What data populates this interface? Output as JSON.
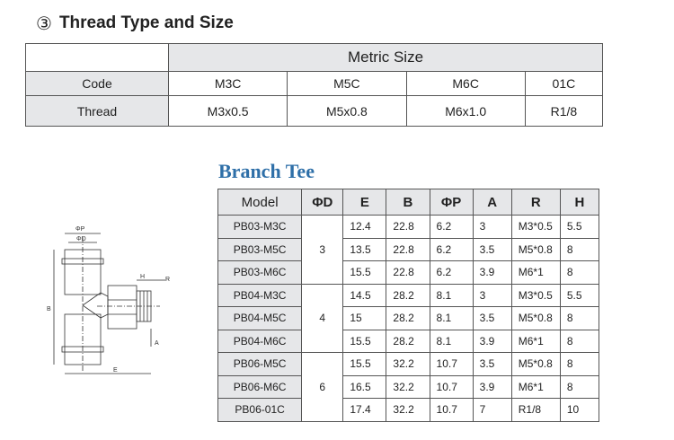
{
  "section": {
    "number": "③",
    "title": "Thread Type and Size"
  },
  "thread_table": {
    "header": "Metric Size",
    "code_label": "Code",
    "thread_label": "Thread",
    "codes": [
      "M3C",
      "M5C",
      "M6C",
      "01C"
    ],
    "threads": [
      "M3x0.5",
      "M5x0.8",
      "M6x1.0",
      "R1/8"
    ]
  },
  "branch": {
    "title": "Branch Tee",
    "columns": [
      "Model",
      "ΦD",
      "E",
      "B",
      "ΦP",
      "A",
      "R",
      "H"
    ],
    "groups": [
      {
        "d": "3",
        "rows": [
          [
            "PB03-M3C",
            "12.4",
            "22.8",
            "6.2",
            "3",
            "M3*0.5",
            "5.5"
          ],
          [
            "PB03-M5C",
            "13.5",
            "22.8",
            "6.2",
            "3.5",
            "M5*0.8",
            "8"
          ],
          [
            "PB03-M6C",
            "15.5",
            "22.8",
            "6.2",
            "3.9",
            "M6*1",
            "8"
          ]
        ]
      },
      {
        "d": "4",
        "rows": [
          [
            "PB04-M3C",
            "14.5",
            "28.2",
            "8.1",
            "3",
            "M3*0.5",
            "5.5"
          ],
          [
            "PB04-M5C",
            "15",
            "28.2",
            "8.1",
            "3.5",
            "M5*0.8",
            "8"
          ],
          [
            "PB04-M6C",
            "15.5",
            "28.2",
            "8.1",
            "3.9",
            "M6*1",
            "8"
          ]
        ]
      },
      {
        "d": "6",
        "rows": [
          [
            "PB06-M5C",
            "15.5",
            "32.2",
            "10.7",
            "3.5",
            "M5*0.8",
            "8"
          ],
          [
            "PB06-M6C",
            "16.5",
            "32.2",
            "10.7",
            "3.9",
            "M6*1",
            "8"
          ],
          [
            "PB06-01C",
            "17.4",
            "32.2",
            "10.7",
            "7",
            "R1/8",
            "10"
          ]
        ]
      }
    ]
  },
  "diagram": {
    "labels": {
      "p": "ΦP",
      "d": "ΦD",
      "h": "H",
      "r": "R",
      "b": "B",
      "a": "A",
      "e": "E"
    }
  }
}
